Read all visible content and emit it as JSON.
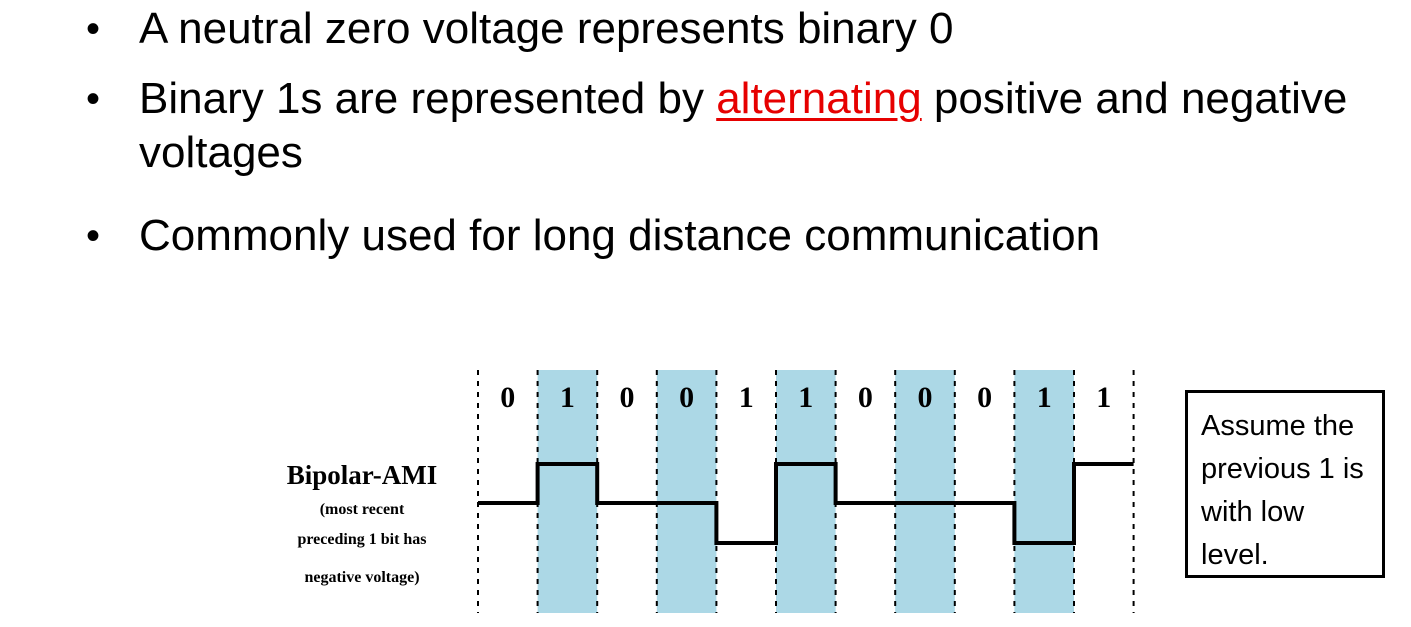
{
  "bullets": {
    "bullet_char": "•",
    "item1": "A neutral zero voltage represents binary 0",
    "item2_before": "Binary 1s are represented by ",
    "item2_highlight": "alternating",
    "item2_after": " positive and negative voltages",
    "item3": "Commonly used for long distance communication"
  },
  "diagram": {
    "signal_name": "Bipolar-AMI",
    "signal_note_lines": [
      "(most recent",
      "preceding 1 bit has",
      "negative voltage)"
    ],
    "bits": [
      "0",
      "1",
      "0",
      "0",
      "1",
      "1",
      "0",
      "0",
      "0",
      "1",
      "1"
    ],
    "levels": [
      0,
      1,
      0,
      0,
      -1,
      1,
      0,
      0,
      0,
      -1,
      1
    ],
    "shaded_columns": [
      1,
      3,
      5,
      7,
      9
    ],
    "shade_color": "#acd8e6",
    "line_color": "#000000"
  },
  "note": {
    "text": "Assume the previous 1 is with low level."
  },
  "colors": {
    "highlight": "#e60000",
    "background": "#ffffff",
    "text": "#000000"
  }
}
